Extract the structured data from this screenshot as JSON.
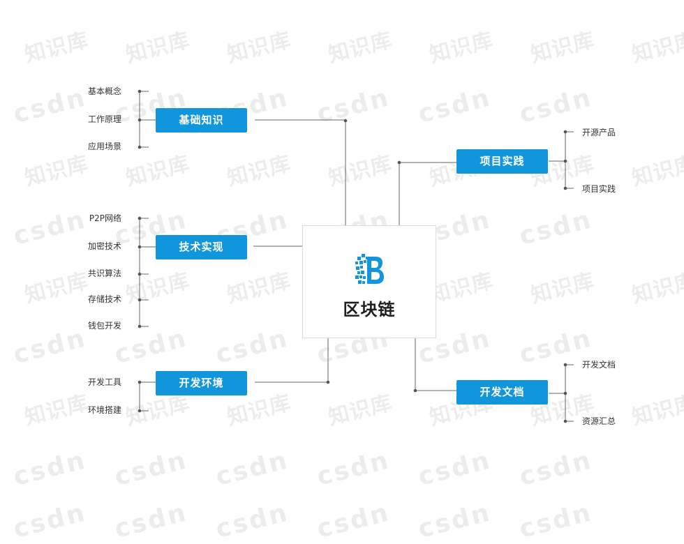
{
  "watermarks": {
    "cn": "知识库",
    "en": "csdn"
  },
  "center": {
    "label": "区块链",
    "icon": "blockchain-b-icon",
    "accent": "#1296db"
  },
  "topic_color": "#1296db",
  "topics": {
    "basics": {
      "label": "基础知识",
      "children": [
        "基本概念",
        "工作原理",
        "应用场景"
      ]
    },
    "tech": {
      "label": "技术实现",
      "children": [
        "P2P网络",
        "加密技术",
        "共识算法",
        "存储技术",
        "钱包开发"
      ]
    },
    "env": {
      "label": "开发环境",
      "children": [
        "开发工具",
        "环境搭建"
      ]
    },
    "project": {
      "label": "项目实践",
      "children": [
        "开源产品",
        "项目实践"
      ]
    },
    "docs": {
      "label": "开发文档",
      "children": [
        "开发文档",
        "资源汇总"
      ]
    }
  }
}
